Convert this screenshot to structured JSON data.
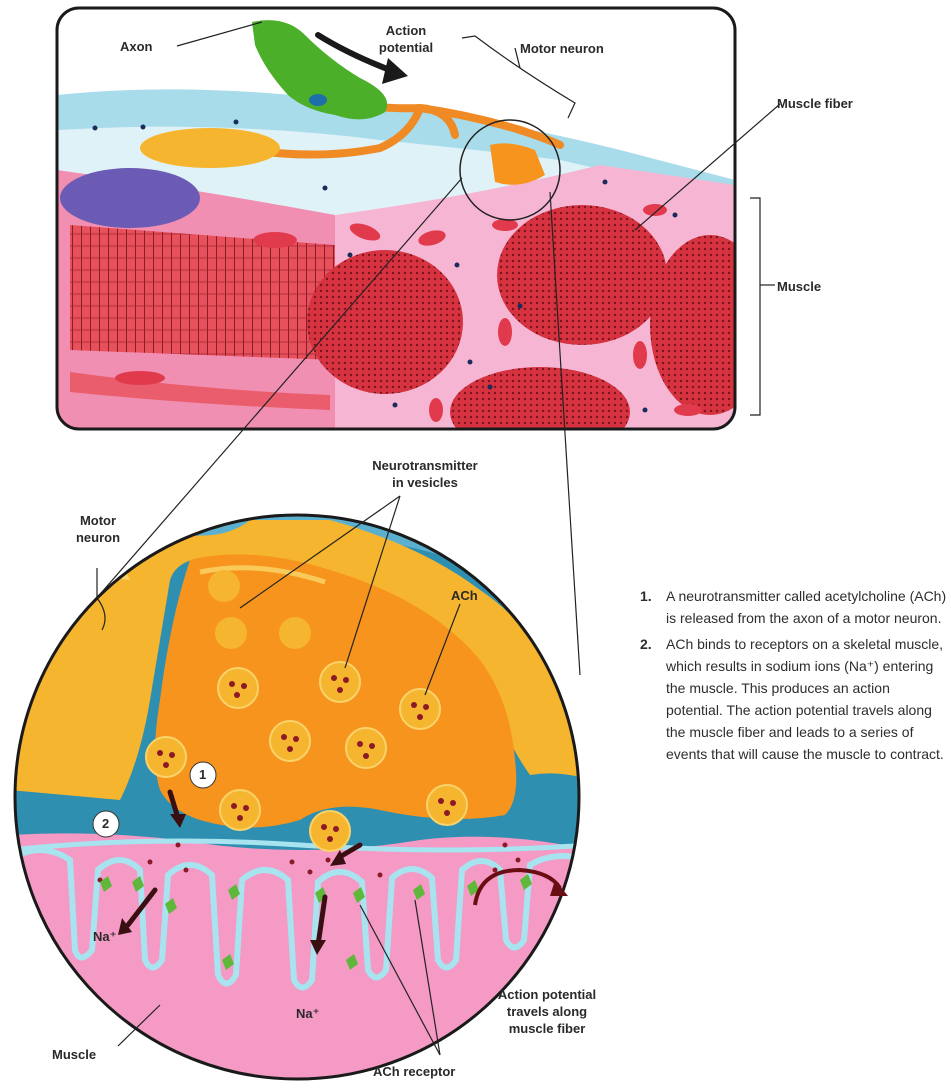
{
  "labels": {
    "axon": "Axon",
    "action_potential_line1": "Action",
    "action_potential_line2": "potential",
    "motor_neuron_top": "Motor neuron",
    "muscle_fiber": "Muscle fiber",
    "muscle_right": "Muscle",
    "neurotransmitter_line1": "Neurotransmitter",
    "neurotransmitter_line2": "in vesicles",
    "motor_neuron_line1": "Motor",
    "motor_neuron_line2": "neuron",
    "ach": "ACh",
    "na_left": "Na⁺",
    "na_bottom": "Na⁺",
    "muscle_bottom": "Muscle",
    "ach_receptor": "ACh receptor",
    "ap_travels_line1": "Action potential",
    "ap_travels_line2": "travels along",
    "ap_travels_line3": "muscle fiber",
    "step1_badge": "1",
    "step2_badge": "2"
  },
  "steps": [
    {
      "num": "1.",
      "text": "A neurotransmitter called acetylcholine (ACh) is released from the axon of a motor neuron."
    },
    {
      "num": "2.",
      "text": "ACh binds to receptors on a skeletal muscle, which results in sodium ions (Na⁺) entering the muscle. This produces an action potential. The action potential travels along the muscle fiber and leads to a series of events that will cause the muscle to contract."
    }
  ],
  "colors": {
    "neuron_green": "#4caf2a",
    "axon_orange": "#f08a24",
    "terminal_orange": "#f7941d",
    "muscle_pink": "#f49ac4",
    "muscle_red": "#e8505b",
    "fluid_blue": "#2f8fb0",
    "myelin_yellow": "#f6b52e",
    "receptor_green": "#5fb83a"
  }
}
